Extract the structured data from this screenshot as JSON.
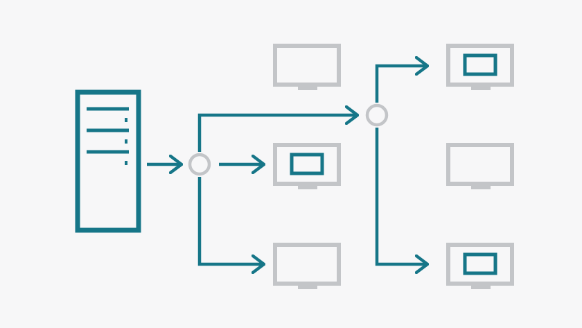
{
  "colors": {
    "background": "#f7f7f8",
    "accent": "#167688",
    "inactive": "#c3c5c8",
    "node_fill": "#f7f7f8"
  },
  "diagram": {
    "server": {
      "icon": "server-icon"
    },
    "hubs": [
      {
        "id": "hub-1",
        "icon": "hub-circle"
      },
      {
        "id": "hub-2",
        "icon": "hub-circle"
      }
    ],
    "monitors": [
      {
        "id": "monitor-top-middle",
        "active": false
      },
      {
        "id": "monitor-middle-center",
        "active": true
      },
      {
        "id": "monitor-bottom-middle",
        "active": false
      },
      {
        "id": "monitor-top-right",
        "active": true
      },
      {
        "id": "monitor-middle-right",
        "active": false
      },
      {
        "id": "monitor-bottom-right",
        "active": true
      }
    ]
  }
}
